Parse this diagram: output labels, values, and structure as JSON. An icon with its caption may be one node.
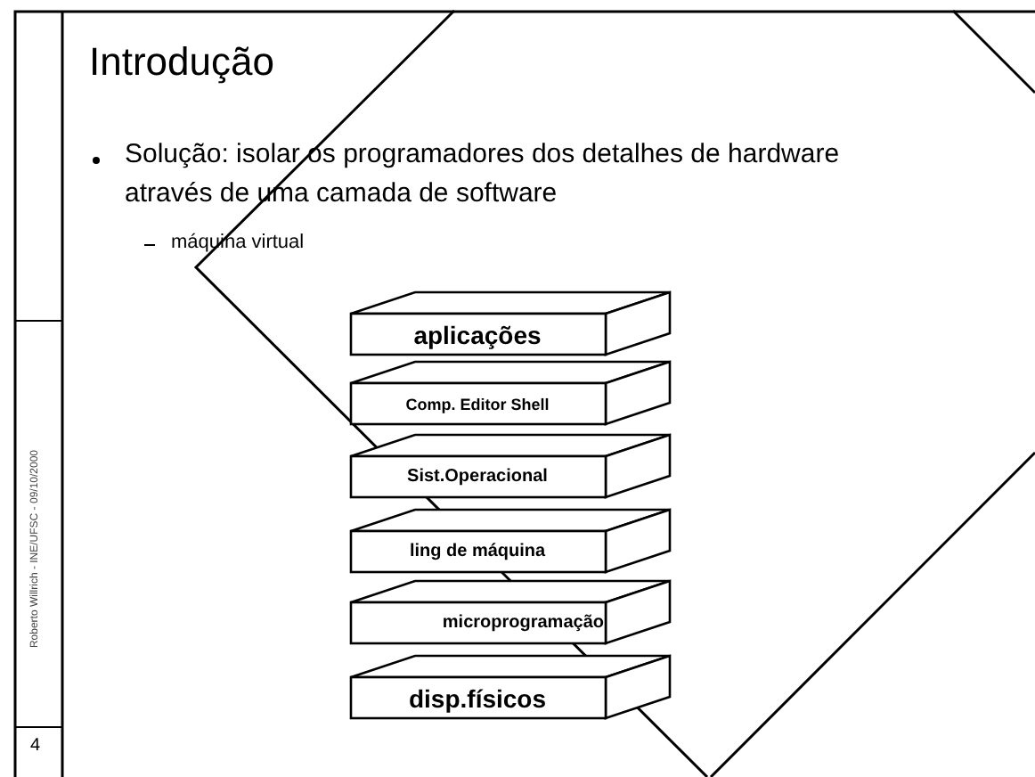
{
  "diagram": {
    "title": "Introdução",
    "nodes": [
      {
        "text": [
          "aplicações"
        ]
      },
      {
        "text": [
          "Comp. Editor Shell"
        ]
      },
      {
        "text": [
          "Sist.Operacional"
        ]
      },
      {
        "text": [
          "ling de máquina"
        ]
      },
      {
        "text": [
          "microprogramação"
        ]
      },
      {
        "text": [
          "disp.físicos"
        ]
      }
    ],
    "labels": [
      "Solução: isolar os programadores dos detalhes de hardware através de uma camada de software",
      "máquina virtual",
      "Roberto Willrich - INE/UFSC - 09/10/2000",
      "4"
    ]
  }
}
